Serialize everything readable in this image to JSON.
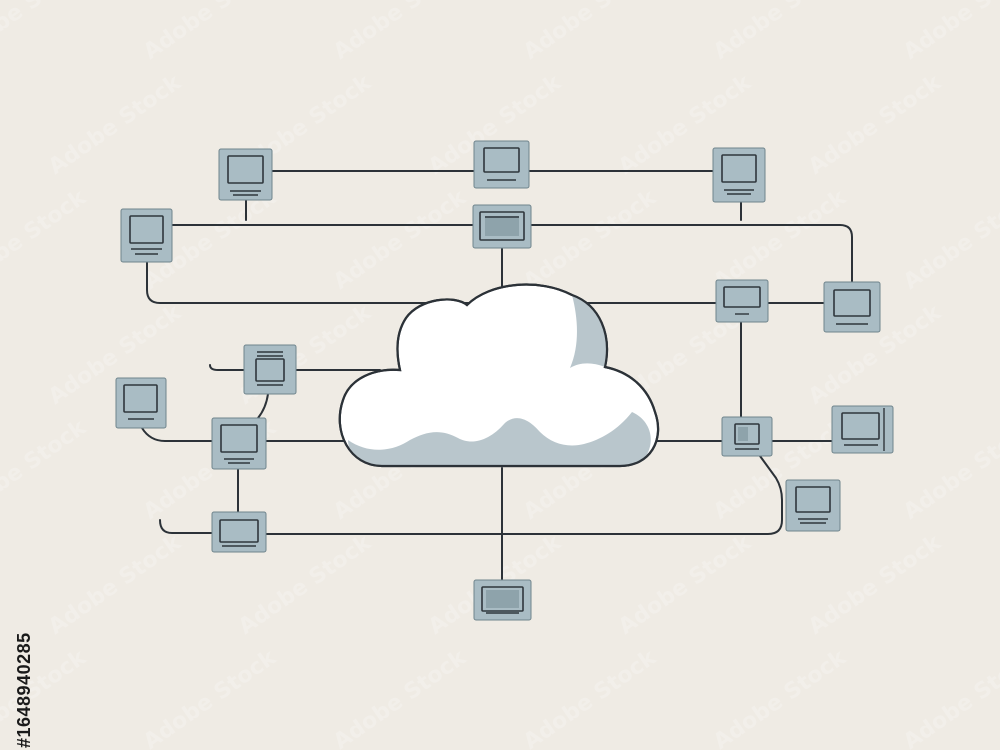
{
  "colors": {
    "background": "#efebe4",
    "cloud_fill": "#ffffff",
    "cloud_shadow": "#b9c6cc",
    "device": "#a9bcc4",
    "wire": "#2c3238"
  },
  "cloud": {
    "icon": "cloud-icon"
  },
  "devices": [
    {
      "id": "d1",
      "icon": "computer-monitor-icon"
    },
    {
      "id": "d2",
      "icon": "computer-monitor-icon"
    },
    {
      "id": "d3",
      "icon": "computer-monitor-icon"
    },
    {
      "id": "d4",
      "icon": "computer-monitor-icon"
    },
    {
      "id": "d5",
      "icon": "computer-monitor-icon"
    },
    {
      "id": "d6",
      "icon": "computer-monitor-icon"
    },
    {
      "id": "d7",
      "icon": "computer-monitor-icon"
    },
    {
      "id": "d8",
      "icon": "computer-monitor-icon"
    },
    {
      "id": "d9",
      "icon": "computer-monitor-icon"
    },
    {
      "id": "d10",
      "icon": "computer-monitor-icon"
    },
    {
      "id": "d11",
      "icon": "computer-monitor-icon"
    },
    {
      "id": "d12",
      "icon": "computer-monitor-icon"
    },
    {
      "id": "d13",
      "icon": "computer-monitor-icon"
    },
    {
      "id": "d14",
      "icon": "computer-monitor-icon"
    },
    {
      "id": "d15",
      "icon": "computer-monitor-icon"
    },
    {
      "id": "d16",
      "icon": "computer-monitor-icon"
    }
  ],
  "watermark": {
    "text": "Adobe Stock",
    "id": "#1648940285"
  }
}
